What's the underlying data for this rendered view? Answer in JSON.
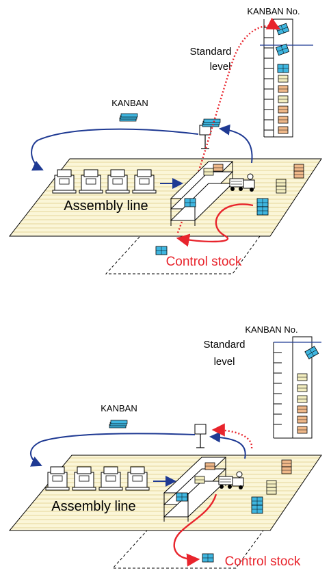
{
  "panels": [
    {
      "id": "top",
      "kanban_no_label": "KANBAN No.",
      "standard_level_label_1": "Standard",
      "standard_level_label_2": "level",
      "kanban_label": "KANBAN",
      "assembly_line_label": "Assembly line",
      "control_stock_label": "Control stock"
    },
    {
      "id": "bottom",
      "kanban_no_label": "KANBAN No.",
      "standard_level_label_1": "Standard",
      "standard_level_label_2": "level",
      "kanban_label": "KANBAN",
      "assembly_line_label": "Assembly line",
      "control_stock_label": "Control stock"
    }
  ],
  "colors": {
    "floor_fill": "#fbf6d8",
    "floor_line": "#e6d79a",
    "blue_arrow": "#1f3a93",
    "red_arrow": "#e8242c",
    "standard_line": "#1f3a93",
    "box_blue": "#3fb6e0",
    "box_tan": "#f0b98a",
    "box_cream": "#f3eec0"
  }
}
